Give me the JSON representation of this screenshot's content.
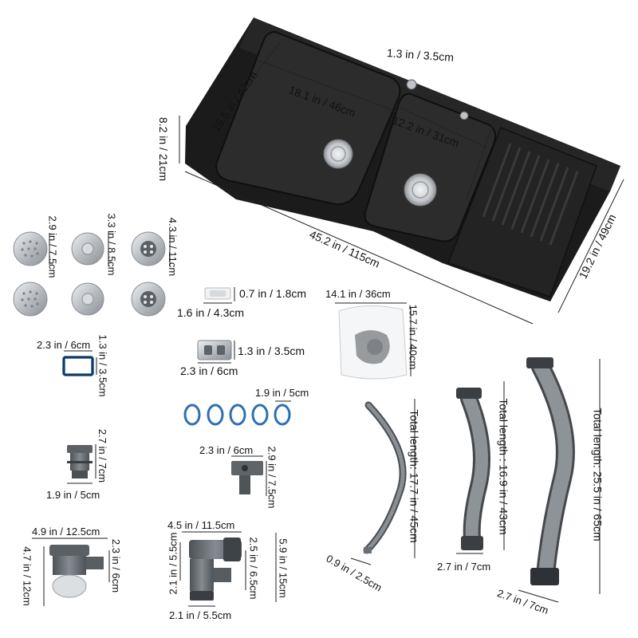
{
  "colors": {
    "sink_body": "#1b1b1b",
    "sink_basin": "#2a2a2a",
    "steel": "#c8cbcf",
    "hose_grey": "#6e7378",
    "fitting_dark": "#3b3f44",
    "line": "#222222",
    "clip_blue": "#2c6fb4"
  },
  "icons": [
    "sink-icon",
    "strainer-icon",
    "overflow-cover-icon",
    "gasket-icon",
    "rubber-ring-icon",
    "drain-fitting-icon",
    "hose-icon",
    "bag-icon"
  ],
  "sink": {
    "overflow_label": "1.3 in / 3.5cm",
    "left_basin_width": "18.1 in / 46cm",
    "left_basin_depth": "16.5 in / 42cm",
    "right_basin_width": "12.2 in / 31cm",
    "bowl_depth": "8.2 in / 21cm",
    "total_length": "45.2 in / 115cm",
    "total_width": "19.2 in / 49cm"
  },
  "strainers": {
    "small": "2.9 in / 7.5cm",
    "medium": "3.3 in / 8.5cm",
    "large": "4.3 in / 11cm"
  },
  "overflow_cap": {
    "height": "0.7 in / 1.8cm",
    "width": "1.6 in / 4.3cm"
  },
  "overflow_plate": {
    "height": "1.3 in / 3.5cm",
    "width": "2.3 in / 6cm"
  },
  "gasket": {
    "width": "2.3 in / 6cm",
    "height": "1.3 in / 3.5cm"
  },
  "bag": {
    "width": "14.1 in / 36cm",
    "height": "15.7 in / 40cm"
  },
  "rings": {
    "diameter": "1.9 in / 5cm"
  },
  "adapter": {
    "height": "2.7 in / 7cm",
    "width": "1.9 in / 5cm"
  },
  "t_connector": {
    "width": "2.3 in / 6cm",
    "height": "2.9 in / 7.5cm"
  },
  "trap": {
    "width": "4.9 in / 12.5cm",
    "height": "4.7 in / 12cm",
    "outlet": "2.3 in / 6cm"
  },
  "tee": {
    "width": "4.5 in / 11.5cm",
    "branch": "2.1 in / 5.5cm",
    "inner": "2.5 in / 6.5cm",
    "height": "5.9 in / 15cm",
    "base": "2.1 in / 5.5cm"
  },
  "hoses": {
    "hose1_length": "Total length: 17.7 in / 45cm",
    "hose1_end": "0.9 in / 2.5cm",
    "hose2_length": "Total length : 16.9 in / 43cm",
    "hose2_end": "2.7 in / 7cm",
    "hose3_length": "Total length: 25.5 in / 65cm",
    "hose3_end": "2.7 in / 7cm"
  }
}
